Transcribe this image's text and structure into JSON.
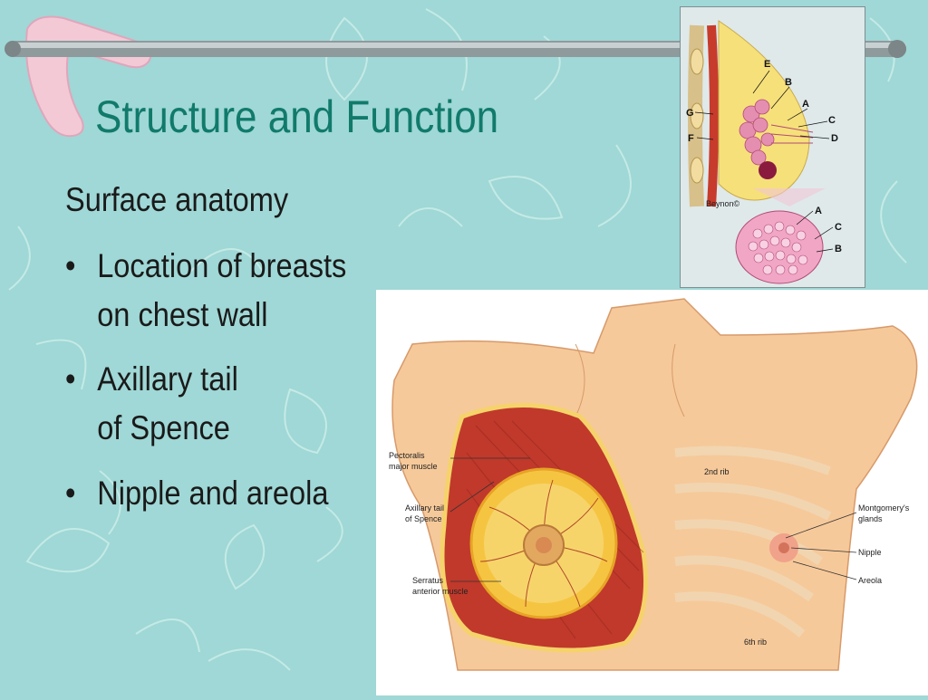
{
  "slide": {
    "title": "Structure and Function",
    "subtitle": "Surface anatomy",
    "bullets": [
      {
        "line1": "Location of breasts",
        "line2": "on chest wall"
      },
      {
        "line1": "Axillary tail",
        "line2": "of Spence"
      },
      {
        "line1": "Nipple and areola",
        "line2": ""
      }
    ],
    "bullet_symbol": "•"
  },
  "cross_section": {
    "letters": [
      "E",
      "B",
      "A",
      "C",
      "D",
      "G",
      "F",
      "A",
      "C",
      "B"
    ],
    "signature": "Beynon©"
  },
  "front_view": {
    "labels": {
      "pectoralis": [
        "Pectoralis",
        "major muscle"
      ],
      "axillary": [
        "Axillary tail",
        "of Spence"
      ],
      "serratus": [
        "Serratus",
        "anterior muscle"
      ],
      "rib2": "2nd rib",
      "montgomery": [
        "Montgomery's",
        "glands"
      ],
      "nipple": "Nipple",
      "areola": "Areola",
      "rib6": "6th rib"
    }
  },
  "colors": {
    "background": "#9fd8d6",
    "title": "#117a6b",
    "boomerang": "#f3c9d6"
  }
}
